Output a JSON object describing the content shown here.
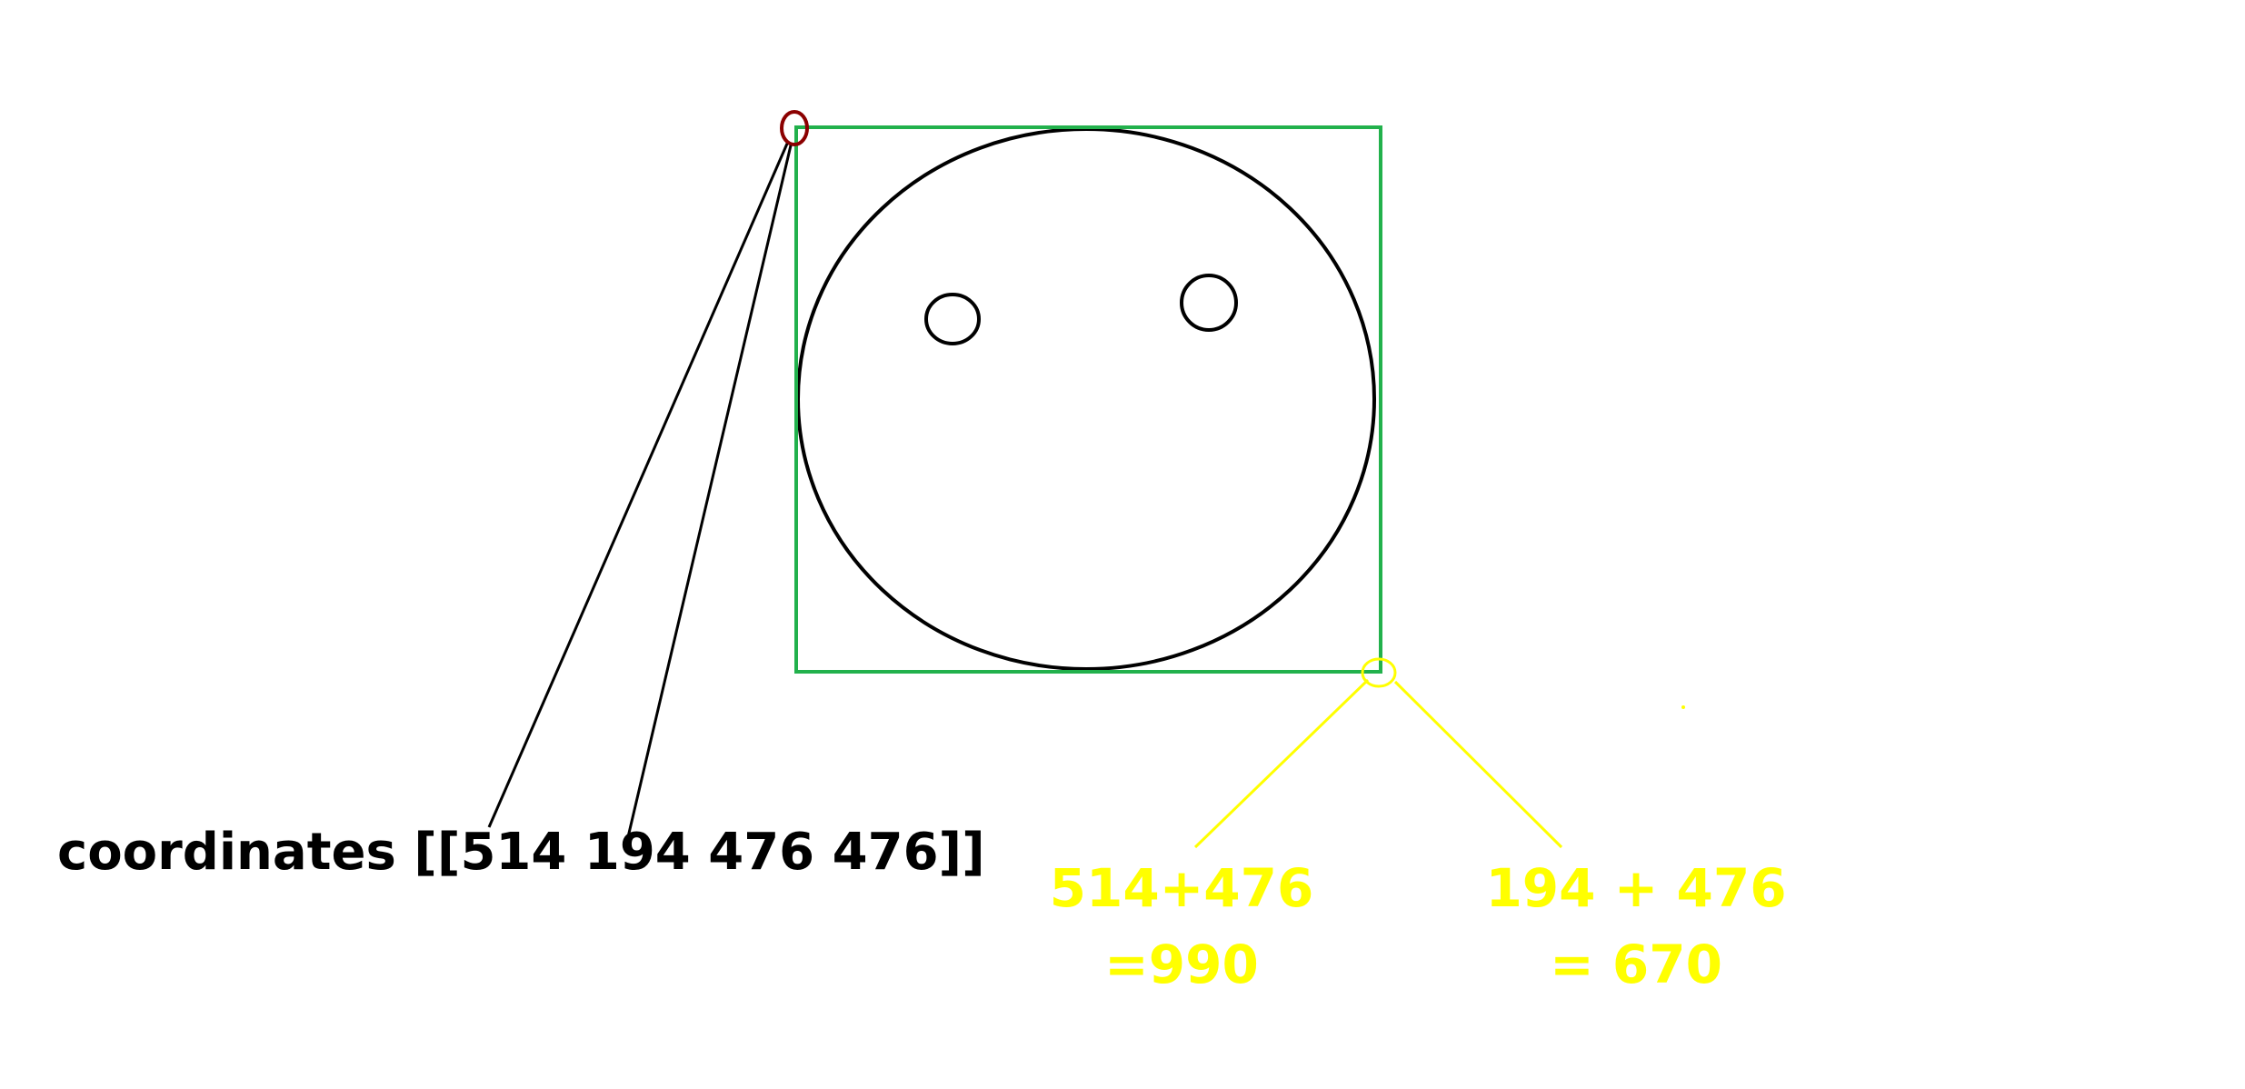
{
  "annotation": {
    "coordinates_text": "coordinates [[514 194 476 476]]"
  },
  "sums": {
    "x_expression": "514+476",
    "x_result": "=990",
    "y_expression": "194 + 476",
    "y_result": "= 670"
  },
  "colors": {
    "bounding_box": "#22b14c",
    "top_left_marker": "#8b0000",
    "bottom_right_marker": "#ffff00",
    "outline": "#000000",
    "sum_text": "#ffff00"
  },
  "icons": {
    "face": "circle-face-icon",
    "eye": "circle-eye-icon"
  }
}
